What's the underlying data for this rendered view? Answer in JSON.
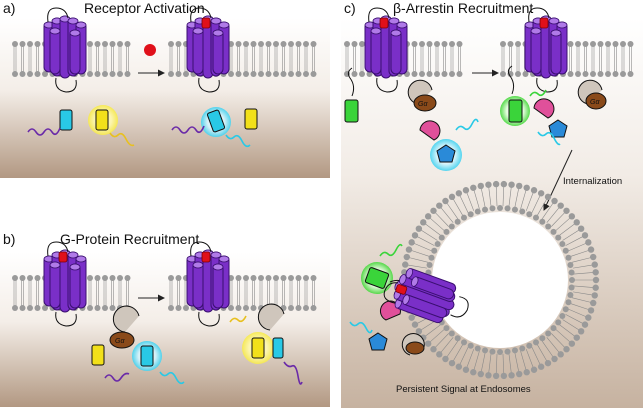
{
  "panels": {
    "a": {
      "letter": "a)",
      "title": "Receptor Activation"
    },
    "b": {
      "letter": "b)",
      "title": "G-Protein Recruitment"
    },
    "c": {
      "letter": "c)",
      "title": "β-Arrestin Recruitment"
    }
  },
  "labels": {
    "internalization": "Internalization",
    "endosome_caption": "Persistent Signal at Endosomes",
    "g_alpha": "Gα"
  },
  "colors": {
    "receptor": "#7a2fc8",
    "receptor_dark": "#3a0f70",
    "ligand": "#e0101a",
    "cyan_subunit": "#29c9e6",
    "yellow_subunit": "#f2e01a",
    "green_biosensor": "#3ad43a",
    "arrestin_pink": "#e0509a",
    "pentagon_blue": "#2a8ad8",
    "g_alpha_brown": "#8a4a1a",
    "lipid_head": "#9a9a9a",
    "panel_bg_top": "#ffffff",
    "panel_bg_bottom": "#b49a84"
  }
}
